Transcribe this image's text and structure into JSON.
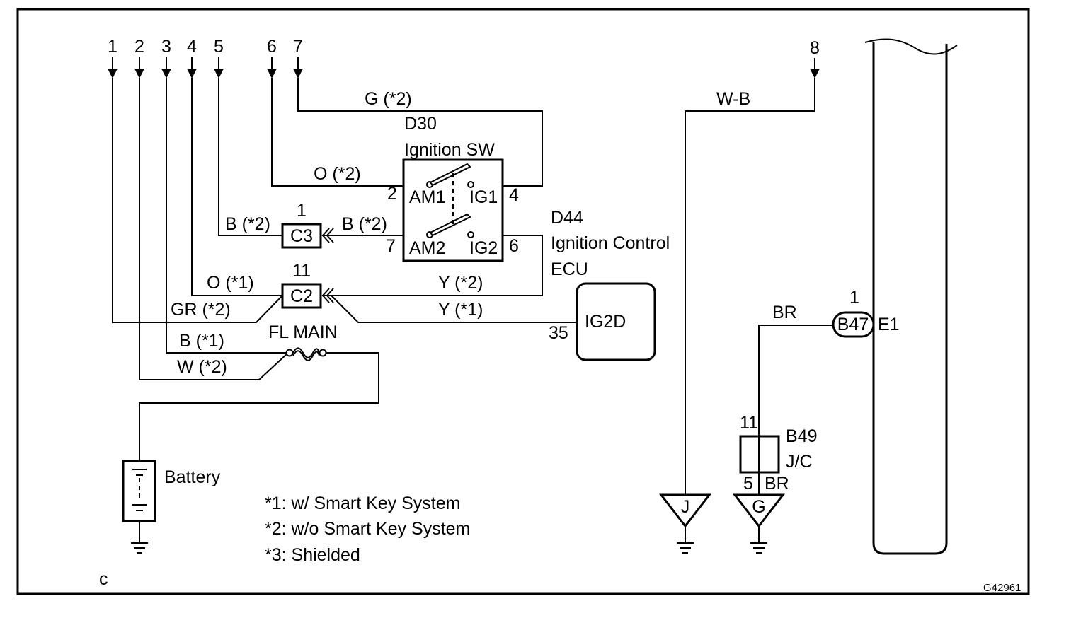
{
  "top_terminals": [
    "1",
    "2",
    "3",
    "4",
    "5",
    "6",
    "7",
    "8"
  ],
  "ignition_switch": {
    "code": "D30",
    "name": "Ignition SW",
    "pins": {
      "am1": "AM1",
      "ig1": "IG1",
      "am2": "AM2",
      "ig2": "IG2",
      "pin_am1": "2",
      "pin_ig1": "4",
      "pin_am2": "7",
      "pin_ig2": "6"
    }
  },
  "ecu": {
    "code": "D44",
    "name_line1": "Ignition Control",
    "name_line2": "ECU",
    "terminal": "IG2D",
    "pin": "35"
  },
  "connectors": {
    "c3": {
      "label": "C3",
      "pin": "1"
    },
    "c2": {
      "label": "C2",
      "pin": "11"
    },
    "b47": {
      "label": "B47",
      "pin": "1",
      "ground_point": "E1"
    },
    "b49": {
      "label": "B49",
      "type": "J/C",
      "pin_top": "11",
      "pin_bottom": "5"
    }
  },
  "fuse": {
    "label": "FL MAIN"
  },
  "battery": {
    "label": "Battery"
  },
  "wire_labels": {
    "g2": "G (*2)",
    "o2": "O (*2)",
    "b2_left": "B (*2)",
    "b2_right": "B (*2)",
    "o1": "O (*1)",
    "gr2": "GR (*2)",
    "y2": "Y (*2)",
    "y1": "Y (*1)",
    "b1": "B (*1)",
    "w2": "W (*2)",
    "wb": "W-B",
    "br_top": "BR",
    "br_bottom": "BR"
  },
  "grounds": {
    "j": "J",
    "g": "G"
  },
  "notes": [
    "*1: w/ Smart Key System",
    "*2: w/o Smart Key System",
    "*3: Shielded"
  ],
  "corner_mark": "c",
  "figure_code": "G42961"
}
